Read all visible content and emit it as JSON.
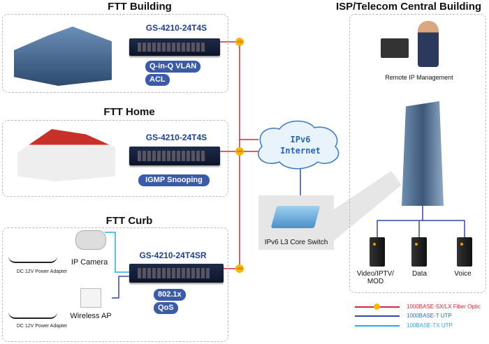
{
  "building": {
    "title": "FTT Building",
    "model": "GS-4210-24T4S",
    "features": [
      "Q-in-Q VLAN",
      "ACL"
    ]
  },
  "home": {
    "title": "FTT Home",
    "model": "GS-4210-24T4S",
    "features": [
      "IGMP Snooping"
    ]
  },
  "curb": {
    "title": "FTT Curb",
    "model": "GS-4210-24T4SR",
    "features": [
      "802.1x",
      "QoS"
    ],
    "camera": "IP Camera",
    "ap": "Wireless AP",
    "adapter1": "DC 12V Power Adapter",
    "adapter2": "DC 12V Power Adapter"
  },
  "internet": {
    "line1": "IPv6",
    "line2": "Internet"
  },
  "core": {
    "label": "IPv6 L3 Core Switch"
  },
  "isp": {
    "title": "ISP/Telecom Central Building",
    "remote": "Remote IP Management",
    "servers": [
      "Video/IPTV/\nMOD",
      "Data",
      "Voice"
    ]
  },
  "legend": [
    {
      "label": "1000BASE-SX/LX Fiber Optic",
      "color": "#d0283c"
    },
    {
      "label": "1000BASE-T UTP",
      "color": "#2f4aa0"
    },
    {
      "label": "100BASE-TX UTP",
      "color": "#29abe2"
    }
  ],
  "fiber_badge": "1000"
}
